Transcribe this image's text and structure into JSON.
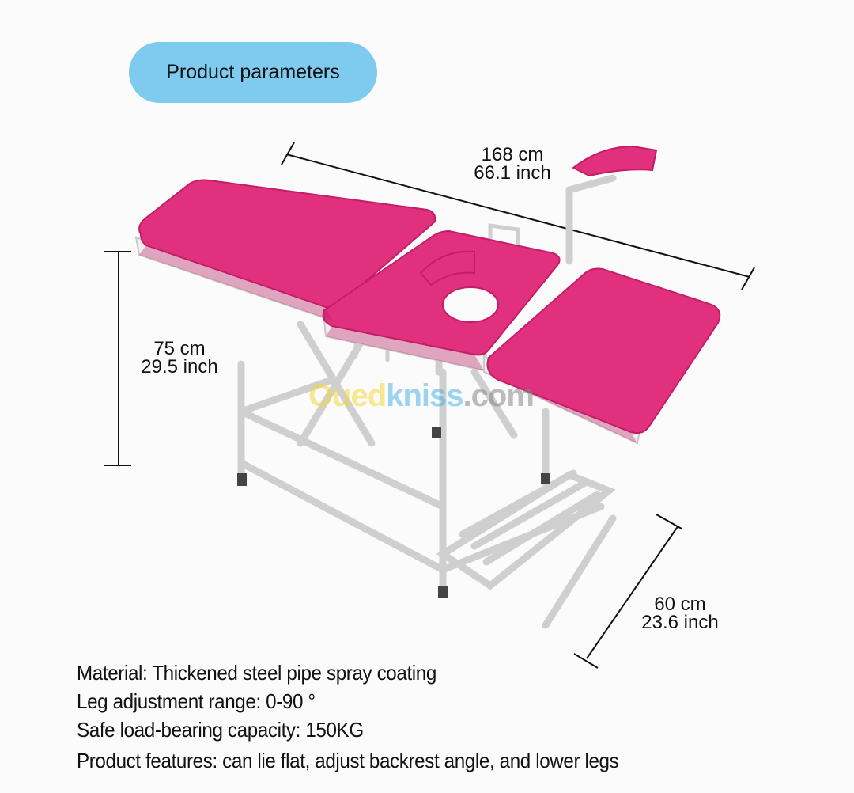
{
  "header": {
    "title": "Product parameters"
  },
  "dimensions": {
    "length": {
      "cm": "168 cm",
      "inch": "66.1 inch"
    },
    "height": {
      "cm": "75 cm",
      "inch": "29.5 inch"
    },
    "width": {
      "cm": "60 cm",
      "inch": "23.6 inch"
    }
  },
  "watermark": {
    "part1": "Oued",
    "part2": "kniss",
    "part3": ".com"
  },
  "specs": [
    "Material: Thickened steel pipe spray coating",
    "Leg adjustment range: 0-90 °",
    "Safe load-bearing capacity: 150KG",
    "Product features: can lie flat, adjust backrest angle, and lower legs"
  ],
  "colors": {
    "pill": "#7fcbef",
    "pad": "#e0307e",
    "frame": "#e8e8e8"
  }
}
